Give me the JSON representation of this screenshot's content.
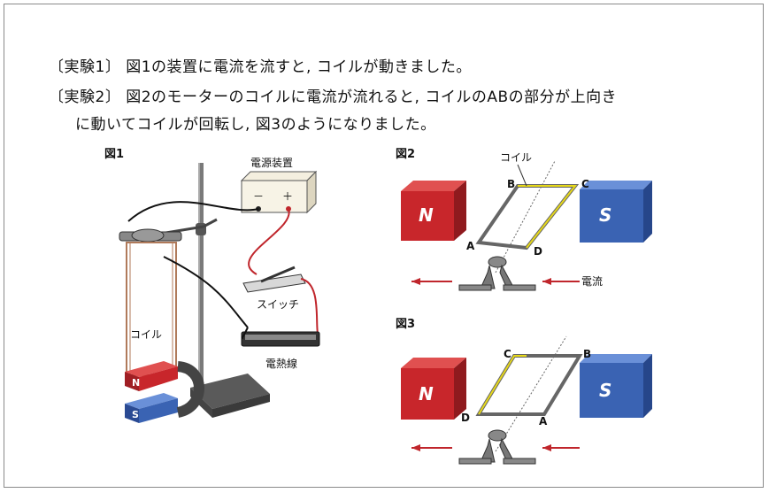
{
  "text": {
    "line1": "〔実験1〕 図1の装置に電流を流すと, コイルが動きました。",
    "line2": "〔実験2〕 図2のモーターのコイルに電流が流れると, コイルのABの部分が上向き",
    "line3": "に動いてコイルが回転し, 図3のようになりました。"
  },
  "figures": {
    "fig1": {
      "title": "図1",
      "power_label": "電源装置",
      "minus": "－",
      "plus": "＋",
      "switch_label": "スイッチ",
      "coil_label": "コイル",
      "heater_label": "電熱線",
      "magnet_n": "N",
      "magnet_s": "S"
    },
    "fig2": {
      "title": "図2",
      "coil_label": "コイル",
      "current_label": "電流",
      "n": "N",
      "s": "S",
      "a": "A",
      "b": "B",
      "c": "C",
      "d": "D"
    },
    "fig3": {
      "title": "図3",
      "n": "N",
      "s": "S",
      "a": "A",
      "b": "B",
      "c": "C",
      "d": "D"
    }
  },
  "colors": {
    "n_magnet": "#c8262b",
    "s_magnet": "#3a63b3",
    "wire_red": "#c0262c",
    "coil_yellow": "#e6d81a",
    "stand_gray": "#6e6e6e"
  }
}
